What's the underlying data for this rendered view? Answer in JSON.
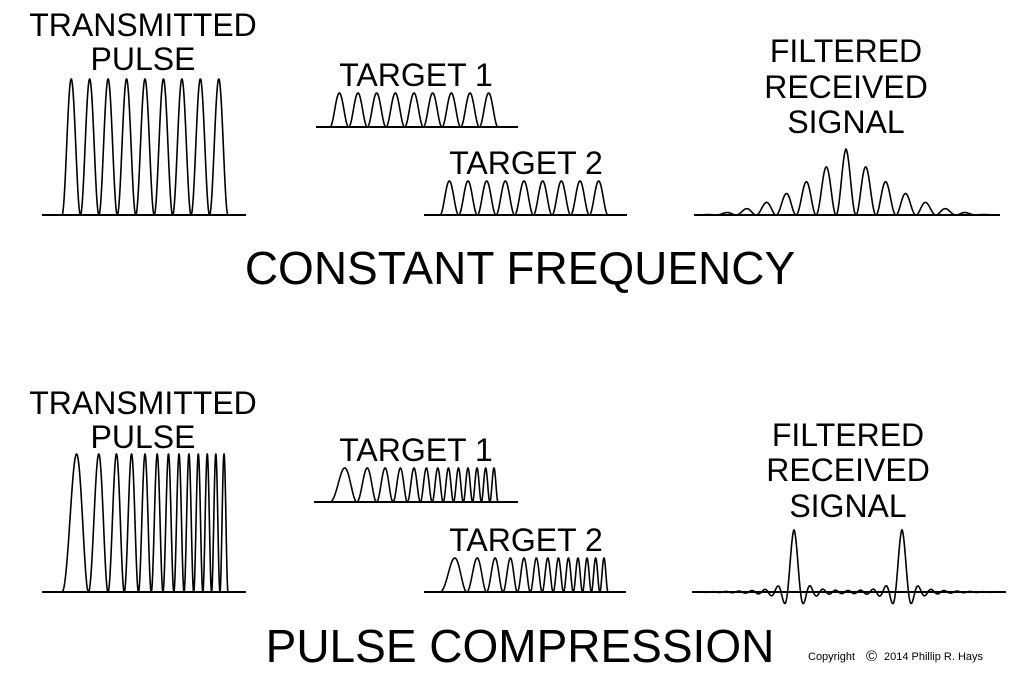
{
  "sections": [
    {
      "heading": "CONSTANT FREQUENCY",
      "transmitted_label": [
        "TRANSMITTED",
        "PULSE"
      ],
      "target1_label": "TARGET 1",
      "target2_label": "TARGET 2",
      "filtered_label": [
        "FILTERED",
        "RECEIVED",
        "SIGNAL"
      ]
    },
    {
      "heading": "PULSE COMPRESSION",
      "transmitted_label": [
        "TRANSMITTED",
        "PULSE"
      ],
      "target1_label": "TARGET 1",
      "target2_label": "TARGET 2",
      "filtered_label": [
        "FILTERED",
        "RECEIVED",
        "SIGNAL"
      ]
    }
  ],
  "copyright": {
    "prefix": "Copyright",
    "symbol": "©",
    "text": "2014 Phillip R. Hays"
  }
}
